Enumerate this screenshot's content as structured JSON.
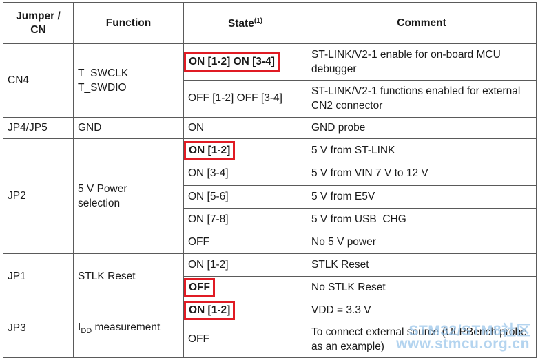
{
  "headers": {
    "jumper": "Jumper / CN",
    "function": "Function",
    "state": "State",
    "state_note": "(1)",
    "comment": "Comment"
  },
  "cn4": {
    "jumper": "CN4",
    "function_line1": "T_SWCLK",
    "function_line2": "T_SWDIO",
    "row1": {
      "state": "ON [1-2] ON [3-4]",
      "comment": "ST-LINK/V2-1 enable for on-board MCU debugger"
    },
    "row2": {
      "state": "OFF [1-2] OFF [3-4]",
      "comment": "ST-LINK/V2-1 functions enabled for external CN2 connector"
    }
  },
  "jp4": {
    "jumper": "JP4/JP5",
    "function": "GND",
    "state": "ON",
    "comment": "GND probe"
  },
  "jp2": {
    "jumper": "JP2",
    "function": "5 V Power selection",
    "rows": [
      {
        "state": "ON [1-2]",
        "comment": "5 V from ST-LINK"
      },
      {
        "state": "ON [3-4]",
        "comment": "5 V from VIN 7 V to 12 V"
      },
      {
        "state": "ON [5-6]",
        "comment": "5 V from E5V"
      },
      {
        "state": "ON [7-8]",
        "comment": "5 V from USB_CHG"
      },
      {
        "state": "OFF",
        "comment": "No 5 V power"
      }
    ]
  },
  "jp1": {
    "jumper": "JP1",
    "function": "STLK Reset",
    "rows": [
      {
        "state": "ON [1-2]",
        "comment": "STLK Reset"
      },
      {
        "state": "OFF",
        "comment": "No STLK Reset"
      }
    ]
  },
  "jp3": {
    "jumper": "JP3",
    "function_main": "I",
    "function_sub": "DD",
    "function_rest": " measurement",
    "rows": [
      {
        "state": "ON [1-2]",
        "comment": "VDD = 3.3 V"
      },
      {
        "state": "OFF",
        "comment": "To connect external source (ULPBench probe as an example)"
      }
    ]
  },
  "watermark": {
    "line1": "STM32/STM8社区",
    "line2": "www.stmcu.org.cn"
  },
  "colors": {
    "highlight": "#e01b24",
    "border": "#5a5a5a",
    "watermark": "#9cc6ea"
  }
}
